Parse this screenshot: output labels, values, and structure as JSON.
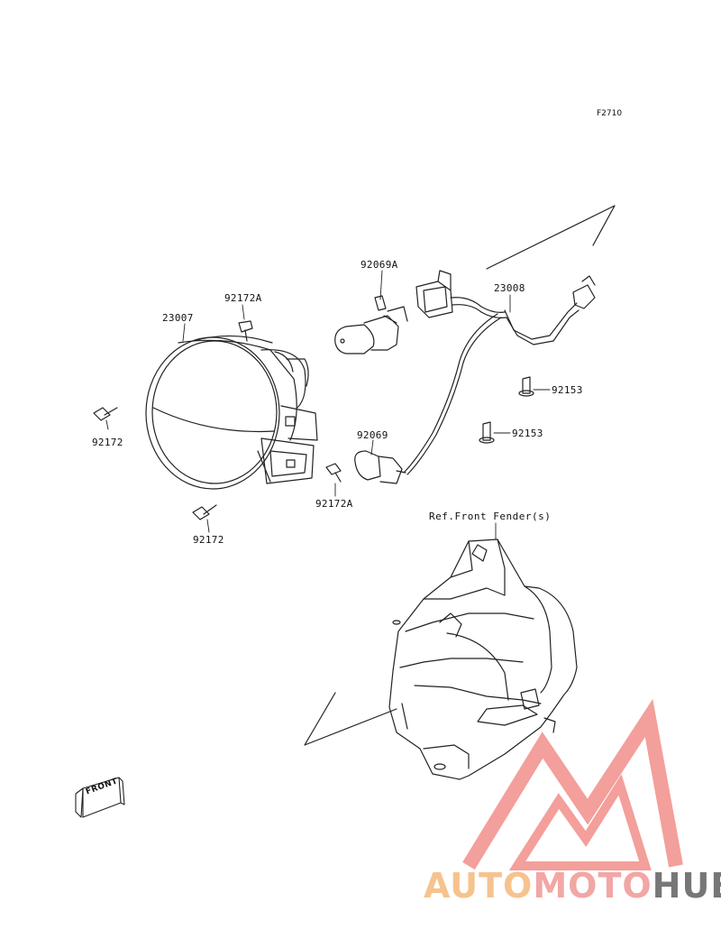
{
  "figure_id": "F2710",
  "labels": {
    "p23007": "23007",
    "p92172A_top": "92172A",
    "p92069A": "92069A",
    "p23008": "23008",
    "p92153_a": "92153",
    "p92153_b": "92153",
    "p92069": "92069",
    "p92172_left": "92172",
    "p92172A_bottom": "92172A",
    "p92172_bottom": "92172"
  },
  "reference": "Ref.Front Fender(s)",
  "front_arrow": "FRONT",
  "watermark": {
    "part1": "AUTO",
    "part2": "MOTO",
    "part3": "HUB",
    "colors": {
      "auto": "#f6c38e",
      "moto": "#f2a7a4",
      "hub": "#777777",
      "triangle": "#f28f8a"
    }
  }
}
